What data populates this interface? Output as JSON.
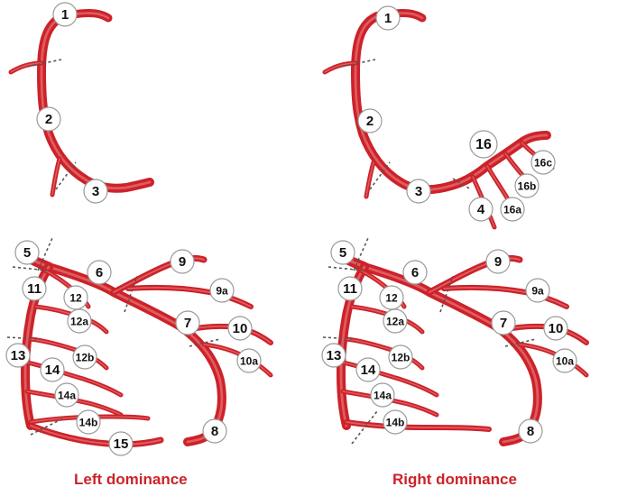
{
  "colors": {
    "vessel": "#cc2229",
    "label": "#cc2229"
  },
  "panels": {
    "left": {
      "caption": "Left dominance"
    },
    "right": {
      "caption": "Right dominance"
    }
  },
  "segments": {
    "rca_left": [
      "1",
      "2",
      "3"
    ],
    "rca_right": [
      "1",
      "2",
      "3",
      "4",
      "16",
      "16a",
      "16b",
      "16c"
    ],
    "lca_left": [
      "5",
      "6",
      "7",
      "8",
      "9",
      "9a",
      "10",
      "10a",
      "11",
      "12",
      "12a",
      "12b",
      "13",
      "14",
      "14a",
      "14b",
      "15"
    ],
    "lca_right": [
      "5",
      "6",
      "7",
      "8",
      "9",
      "9a",
      "10",
      "10a",
      "11",
      "12",
      "12a",
      "12b",
      "13",
      "14",
      "14a",
      "14b"
    ]
  }
}
